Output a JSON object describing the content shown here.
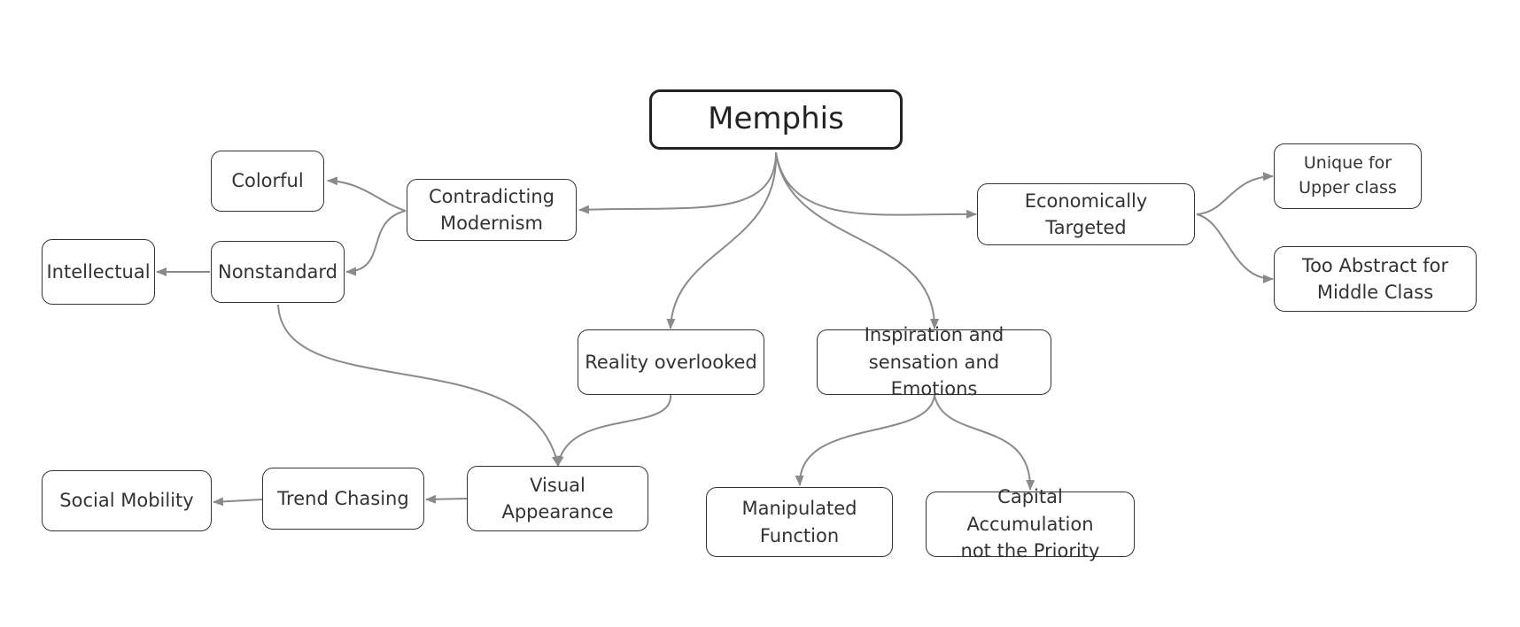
{
  "diagram": {
    "root": "Memphis",
    "nodes": {
      "colorful": "Colorful",
      "contradicting_modernism": "Contradicting\nModernism",
      "intellectual": "Intellectual",
      "nonstandard": "Nonstandard",
      "reality_overlooked": "Reality overlooked",
      "inspiration": "Inspiration and\nsensation and Emotions",
      "economically_targeted": "Economically Targeted",
      "unique_upper_class": "Unique for\nUpper class",
      "too_abstract": "Too Abstract for\nMiddle Class",
      "social_mobility": "Social Mobility",
      "trend_chasing": "Trend Chasing",
      "visual_appearance": "Visual Appearance",
      "manipulated_function": "Manipulated\nFunction",
      "capital_accumulation": "Capital Accumulation\nnot the Priority"
    },
    "edges": [
      {
        "from": "Memphis",
        "to": "Contradicting Modernism"
      },
      {
        "from": "Memphis",
        "to": "Reality overlooked"
      },
      {
        "from": "Memphis",
        "to": "Inspiration and sensation and Emotions"
      },
      {
        "from": "Memphis",
        "to": "Economically Targeted"
      },
      {
        "from": "Contradicting Modernism",
        "to": "Colorful"
      },
      {
        "from": "Contradicting Modernism",
        "to": "Nonstandard"
      },
      {
        "from": "Nonstandard",
        "to": "Intellectual"
      },
      {
        "from": "Nonstandard",
        "to": "Visual Appearance"
      },
      {
        "from": "Reality overlooked",
        "to": "Visual Appearance"
      },
      {
        "from": "Visual Appearance",
        "to": "Trend Chasing"
      },
      {
        "from": "Trend Chasing",
        "to": "Social Mobility"
      },
      {
        "from": "Inspiration and sensation and Emotions",
        "to": "Manipulated Function"
      },
      {
        "from": "Inspiration and sensation and Emotions",
        "to": "Capital Accumulation not the Priority"
      },
      {
        "from": "Economically Targeted",
        "to": "Unique for Upper class"
      },
      {
        "from": "Economically Targeted",
        "to": "Too Abstract for Middle Class"
      }
    ],
    "colors": {
      "edge": "#8a8a8a",
      "border": "#333333",
      "text": "#333333",
      "background": "#ffffff"
    }
  }
}
